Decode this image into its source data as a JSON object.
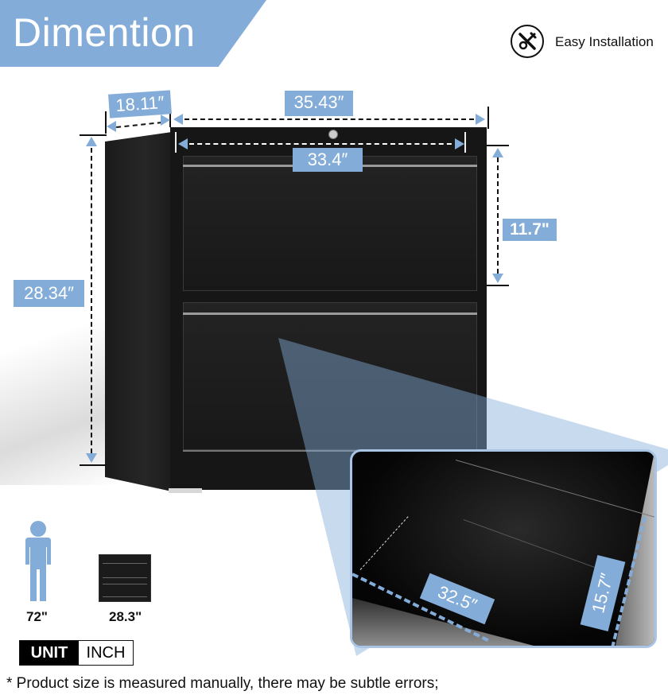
{
  "header": {
    "title": "Dimention",
    "feature_label": "Easy Installation",
    "feature_icon": "wrench-screwdriver-icon"
  },
  "colors": {
    "accent_blue": "#84acd9",
    "cabinet_black": "#161616",
    "text_dark": "#111111"
  },
  "dimensions": {
    "depth": "18.11″",
    "width": "35.43″",
    "inner_width": "33.4″",
    "height": "28.34″",
    "drawer_height": "11.7\"",
    "drawer_inner_length": "32.5″",
    "drawer_inner_depth": "15.7″"
  },
  "comparison": {
    "person_height": "72\"",
    "cabinet_height": "28.3\""
  },
  "unit": {
    "key": "UNIT",
    "value": "INCH"
  },
  "footnote": "* Product size is measured manually, there may be subtle errors;"
}
